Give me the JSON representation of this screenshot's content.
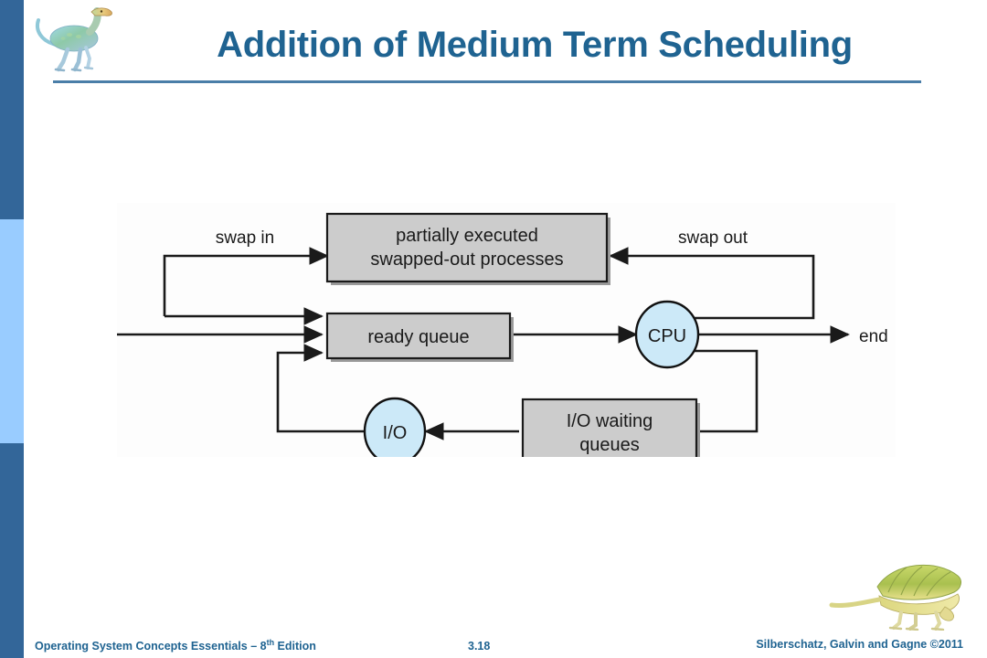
{
  "slide": {
    "title": "Addition of Medium Term Scheduling",
    "accent_dark": "#336699",
    "accent_light": "#99CCFF",
    "title_color": "#1F6391"
  },
  "logos": {
    "header_logo": "dinosaur-ornithomimid-icon",
    "footer_logo": "dinosaur-sailback-icon"
  },
  "footer": {
    "book": "Operating System Concepts Essentials – 8",
    "book_sup": "th",
    "book_tail": " Edition",
    "slide_number": "3.18",
    "credit": "Silberschatz, Galvin and Gagne ©2011"
  },
  "diagram": {
    "type": "flowchart",
    "background": "#FDFDFD",
    "box_fill": "#CCCCCC",
    "node_fill": "#CCE9F8",
    "edge_color": "#1a1a1a",
    "nodes": [
      {
        "id": "swapped",
        "shape": "rect",
        "label_line1": "partially executed",
        "label_line2": "swapped-out processes"
      },
      {
        "id": "ready",
        "shape": "rect",
        "label_line1": "ready queue",
        "label_line2": ""
      },
      {
        "id": "cpu",
        "shape": "ellipse",
        "label_line1": "CPU",
        "label_line2": ""
      },
      {
        "id": "io",
        "shape": "ellipse",
        "label_line1": "I/O",
        "label_line2": ""
      },
      {
        "id": "io_waiting",
        "shape": "rect",
        "label_line1": "I/O waiting",
        "label_line2": "queues"
      }
    ],
    "edge_labels": {
      "swap_in": "swap in",
      "swap_out": "swap out",
      "end": "end"
    }
  }
}
